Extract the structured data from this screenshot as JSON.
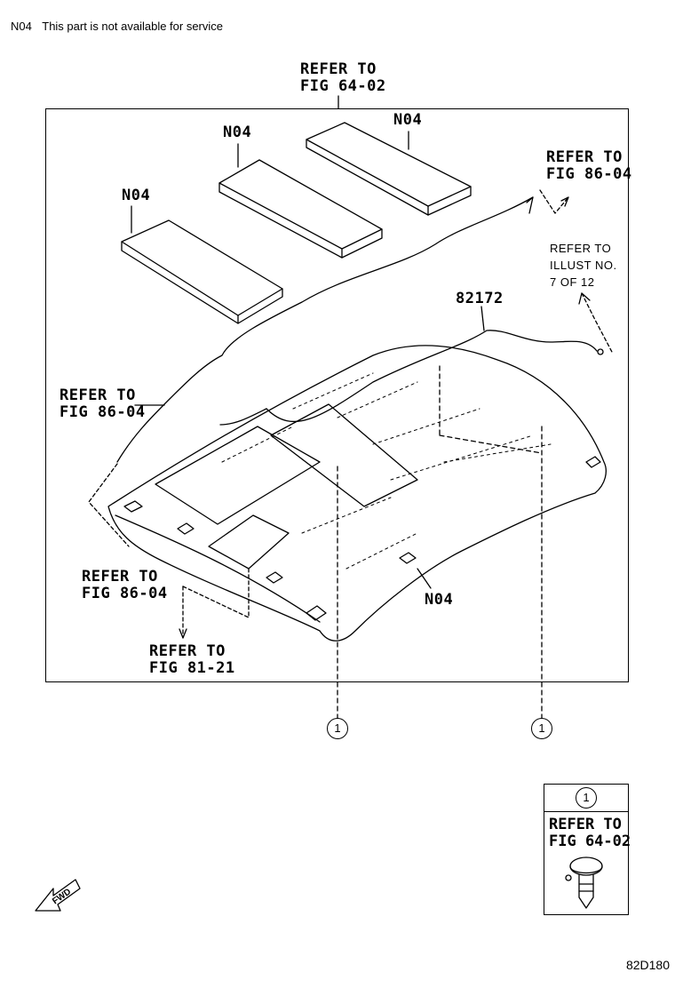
{
  "legend": {
    "code": "N04",
    "text": "This part is not available for service"
  },
  "labels": {
    "refer_top": "REFER TO\nFIG 64-02",
    "n04_a": "N04",
    "n04_b": "N04",
    "n04_c": "N04",
    "n04_d": "N04",
    "refer_86_top": "REFER TO\nFIG 86-04",
    "refer_illust": "REFER TO\nILLUST NO.\n7 OF 12",
    "part_82172": "82172",
    "refer_86_left": "REFER TO\nFIG 86-04",
    "refer_86_bottom": "REFER TO\nFIG 86-04",
    "refer_81_21": "REFER TO\nFIG 81-21"
  },
  "callouts": {
    "c1": "1",
    "c2": "1",
    "box": "1"
  },
  "infobox": {
    "ref": "REFER TO\nFIG 64-02"
  },
  "fwd": "FWD",
  "diagram_code": "82D180"
}
